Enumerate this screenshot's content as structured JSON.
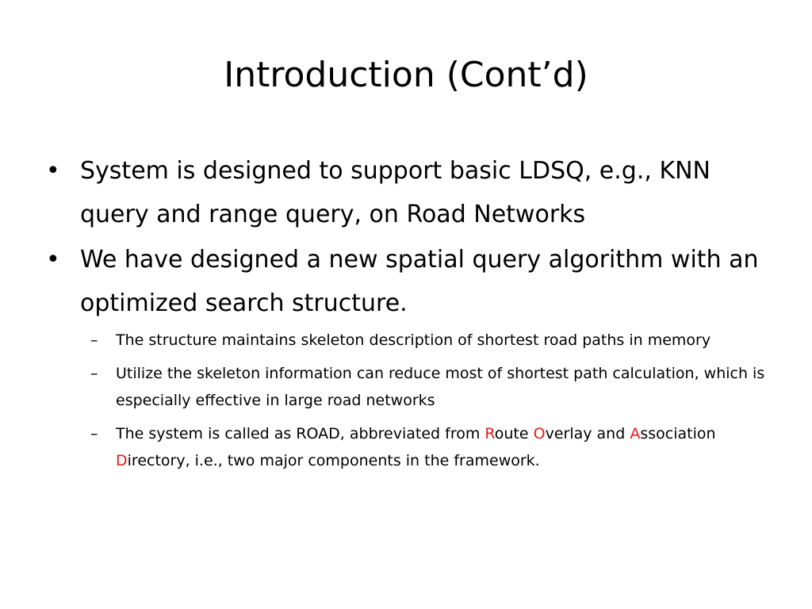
{
  "slide": {
    "title": "Introduction (Cont’d)",
    "bullets": [
      {
        "marker": "•",
        "text": "System is designed to support basic LDSQ, e.g., KNN query and range query, on Road Networks"
      },
      {
        "marker": "•",
        "text": "We have designed a new spatial query algorithm with an optimized search structure.",
        "sub_bullets": [
          {
            "marker": "–",
            "text": "The structure maintains skeleton description of shortest road paths in memory"
          },
          {
            "marker": "–",
            "text": "Utilize the skeleton information can reduce most of shortest path calculation, which is especially effective in large road networks"
          },
          {
            "marker": "–",
            "parts": [
              "The system is called as ROAD, abbreviated from ",
              "R",
              "oute ",
              "O",
              "verlay and ",
              "A",
              "ssociation ",
              "D",
              "irectory, i.e., two major components in the framework."
            ]
          }
        ]
      }
    ]
  },
  "colors": {
    "highlight": "#e81b1b",
    "text": "#000000",
    "background": "#ffffff"
  }
}
